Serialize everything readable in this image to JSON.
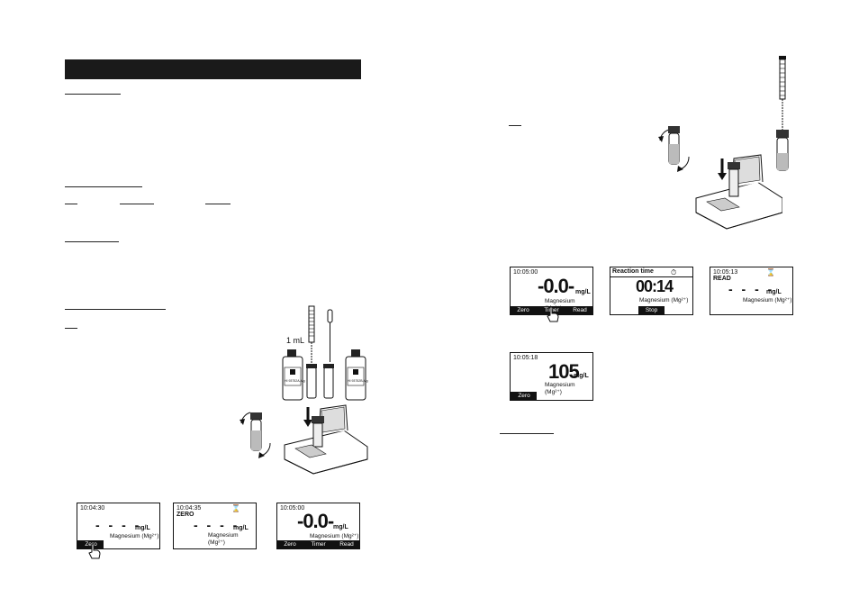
{
  "illustration": {
    "volume_label": "1 mL",
    "reagent_bottle_a": "HI 93752A-Mg",
    "reagent_bottle_b": "HI 93752B-Mg"
  },
  "screens_left": [
    {
      "time": "10:04:30",
      "hourglass": "",
      "status": "",
      "reading": "- - - -",
      "unit": "mg/L",
      "parameter": "Magnesium (Mg²⁺)",
      "keys": [
        "Zero"
      ]
    },
    {
      "time": "10:04:35",
      "hourglass": "⌛",
      "status": "ZERO",
      "reading": "- - - -",
      "unit": "mg/L",
      "parameter": "Magnesium (Mg²⁺)",
      "keys": []
    },
    {
      "time": "10:05:00",
      "hourglass": "",
      "status": "",
      "reading": "-0.0-",
      "unit": "mg/L",
      "parameter": "Magnesium (Mg²⁺)",
      "keys": [
        "Zero",
        "Timer",
        "Read"
      ]
    }
  ],
  "screens_right": [
    {
      "time": "10:05:00",
      "reading": "-0.0-",
      "unit": "mg/L",
      "parameter": "Magnesium (Mg²⁺)",
      "keys": [
        "Zero",
        "Timer",
        "Read"
      ]
    },
    {
      "title": "Reaction time",
      "timer_icon": "⏱",
      "reading": "00:14",
      "parameter": "Magnesium (Mg²⁺)",
      "keys": [
        "Stop"
      ]
    },
    {
      "time": "10:05:13",
      "hourglass": "⌛",
      "status": "READ",
      "reading": "- - - -",
      "unit": "mg/L",
      "parameter": "Magnesium (Mg²⁺)",
      "keys": []
    },
    {
      "time": "10:05:18",
      "reading": "105",
      "unit": "mg/L",
      "parameter": "Magnesium (Mg²⁺)",
      "keys": [
        "Zero"
      ]
    }
  ]
}
